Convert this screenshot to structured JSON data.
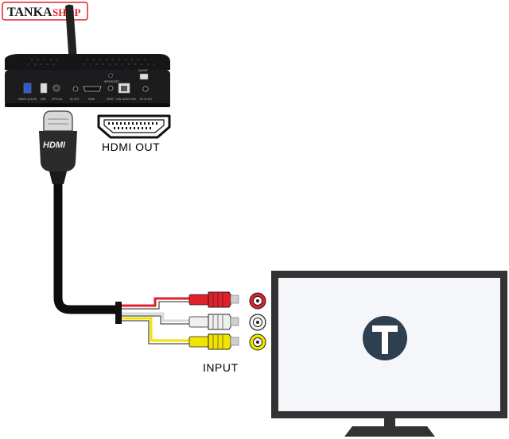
{
  "brand": {
    "name_main": "TANKA",
    "name_sub": "SHOP",
    "color_main": "#1a1a1a",
    "color_sub": "#e0202a",
    "frame_color": "#e0202a"
  },
  "device": {
    "port_labels": [
      "USB3.0 (5.4V/2)",
      "USB",
      "OPTICAL",
      "AV OUT",
      "HDMI",
      "SPDIF",
      "LAN 10/100 1000",
      "DC IN 12V"
    ],
    "wps_label": "WPS/RESET",
    "switch_label": "ON/OFF",
    "body_color": "#1c1c1e"
  },
  "labels": {
    "hdmi_out": "HDMI OUT",
    "input": "INPUT",
    "hdmi_plug": "HDMI"
  },
  "cable": {
    "rca_colors": [
      "#e0202a",
      "#f0f0f0",
      "#f2e400"
    ],
    "cable_color": "#0d0d0d"
  },
  "tv": {
    "frame_color": "#333333",
    "screen_color": "#f4f6fa",
    "logo_bg": "#2e3f50",
    "logo_letter": "T"
  }
}
